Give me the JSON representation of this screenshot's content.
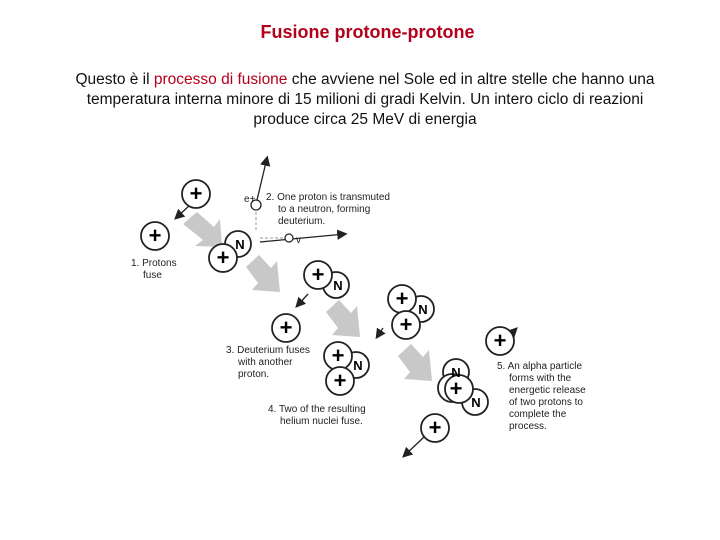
{
  "title": "Fusione protone-protone",
  "intro": {
    "part1": "Questo è il ",
    "highlight": "processo di fusione",
    "part2": " che avviene nel Sole ed in altre stelle che hanno una",
    "line2": "temperatura interna minore di 15 milioni di gradi Kelvin. Un intero ciclo di reazioni",
    "line3": "produce circa  25 MeV di energia"
  },
  "diagram": {
    "proton_symbol": "+",
    "neutron_symbol": "N",
    "positron_symbol": "e+",
    "neutrino_symbol": "v",
    "steps": {
      "step1": [
        "1. Protons",
        "fuse"
      ],
      "step2": [
        "2. One proton is transmuted",
        "to a neutron, forming",
        "deuterium."
      ],
      "step3": [
        "3. Deuterium fuses",
        "with another",
        "proton."
      ],
      "step4": [
        "4. Two of the resulting",
        "helium nuclei fuse."
      ],
      "step5": [
        "5. An alpha particle",
        "forms with the",
        "energetic release",
        "of two protons to",
        "complete the",
        "process."
      ]
    }
  },
  "colors": {
    "title": "#b3001b",
    "highlight": "#b3001b",
    "flow_arrow": "#c8c8c8"
  }
}
